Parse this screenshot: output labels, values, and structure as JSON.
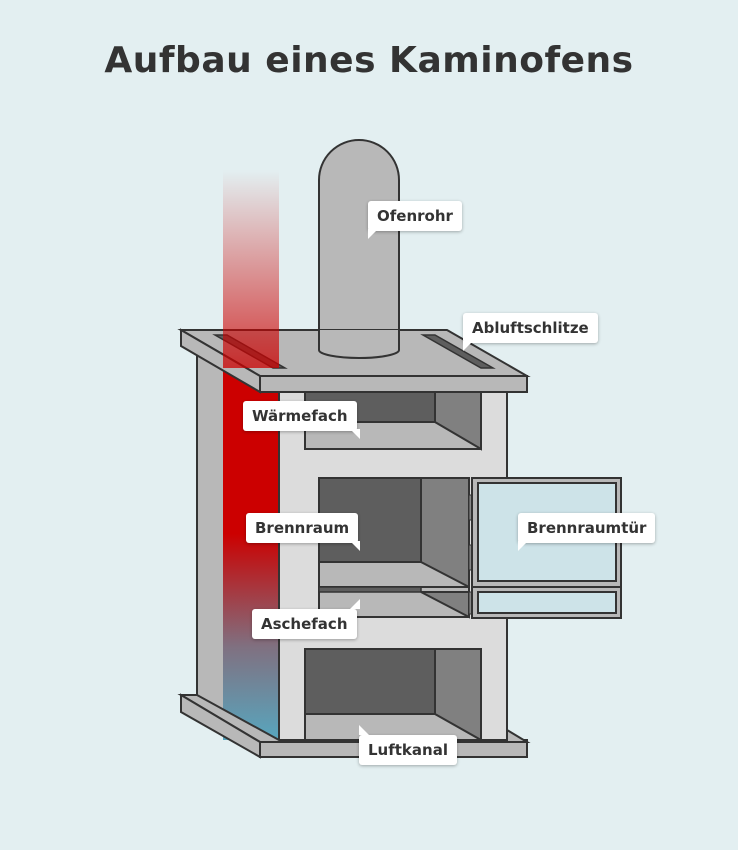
{
  "title": "Aufbau eines Kaminofens",
  "labels": {
    "ofenrohr": "Ofenrohr",
    "abluftschlitze": "Abluftschlitze",
    "waermefach": "Wärmefach",
    "brennraum": "Brennraum",
    "brennraumtuer": "Brennraumtür",
    "aschefach": "Aschefach",
    "luftkanal": "Luftkanal"
  },
  "colors": {
    "background": "#e3eff1",
    "outline": "#333333",
    "hot_air": "#cc0000",
    "cold_air": "#58a6be",
    "glass": "#cde3e8"
  }
}
